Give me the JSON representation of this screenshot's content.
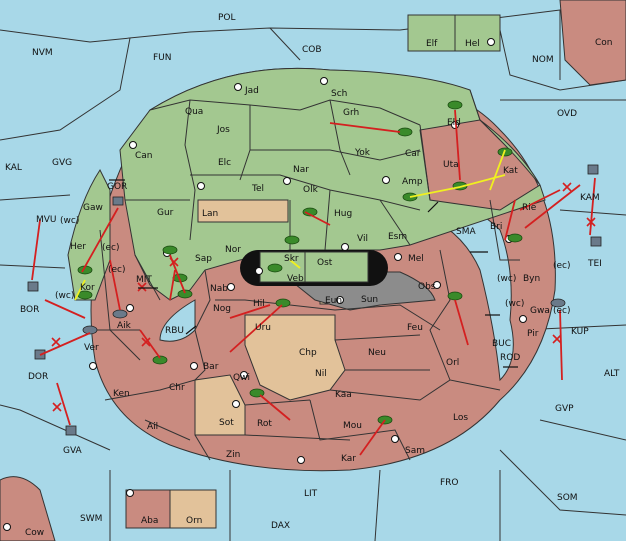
{
  "colors": {
    "sea": "#a8d8e8",
    "green_power": "#a3c890",
    "red_power": "#c98b80",
    "tan_neutral": "#e2c29a",
    "dark_gray": "#8c8c8c",
    "black": "#111111",
    "move_arrow": "#d42020",
    "support_line": "#f0f020",
    "unit_army": "#3a8a2a"
  },
  "labels": [
    {
      "id": "POL",
      "text": "POL"
    },
    {
      "id": "COB",
      "text": "COB"
    },
    {
      "id": "NVM",
      "text": "NVM"
    },
    {
      "id": "FUN",
      "text": "FUN"
    },
    {
      "id": "NOM",
      "text": "NOM"
    },
    {
      "id": "Con",
      "text": "Con"
    },
    {
      "id": "Elf",
      "text": "Elf"
    },
    {
      "id": "Hel",
      "text": "Hel"
    },
    {
      "id": "OVD",
      "text": "OVD"
    },
    {
      "id": "KAL",
      "text": "KAL"
    },
    {
      "id": "GVG",
      "text": "GVG"
    },
    {
      "id": "Jad",
      "text": "Jad"
    },
    {
      "id": "Sch",
      "text": "Sch"
    },
    {
      "id": "Qua",
      "text": "Qua"
    },
    {
      "id": "Grh",
      "text": "Grh"
    },
    {
      "id": "Jos",
      "text": "Jos"
    },
    {
      "id": "Eld",
      "text": "Eld"
    },
    {
      "id": "Can",
      "text": "Can"
    },
    {
      "id": "Car",
      "text": "Car"
    },
    {
      "id": "Yok",
      "text": "Yok"
    },
    {
      "id": "Elc",
      "text": "Elc"
    },
    {
      "id": "Nar",
      "text": "Nar"
    },
    {
      "id": "Uta",
      "text": "Uta"
    },
    {
      "id": "Kat",
      "text": "Kat"
    },
    {
      "id": "GOR",
      "text": "GOR"
    },
    {
      "id": "Tel",
      "text": "Tel"
    },
    {
      "id": "Olk",
      "text": "Olk"
    },
    {
      "id": "Amp",
      "text": "Amp"
    },
    {
      "id": "KAM",
      "text": "KAM"
    },
    {
      "id": "Gaw",
      "text": "Gaw"
    },
    {
      "id": "Gur",
      "text": "Gur"
    },
    {
      "id": "Lan",
      "text": "Lan"
    },
    {
      "id": "Hug",
      "text": "Hug"
    },
    {
      "id": "Rie",
      "text": "Rie"
    },
    {
      "id": "MVU",
      "text": "MVU"
    },
    {
      "id": "wc1",
      "text": "(wc)"
    },
    {
      "id": "ec1",
      "text": "(ec)"
    },
    {
      "id": "Her",
      "text": "Her"
    },
    {
      "id": "Nor",
      "text": "Nor"
    },
    {
      "id": "Vil",
      "text": "Vil"
    },
    {
      "id": "Esm",
      "text": "Esm"
    },
    {
      "id": "Bri",
      "text": "Bri"
    },
    {
      "id": "SMA",
      "text": "SMA"
    },
    {
      "id": "Sap",
      "text": "Sap"
    },
    {
      "id": "Skr",
      "text": "Skr"
    },
    {
      "id": "Mel",
      "text": "Mel"
    },
    {
      "id": "TEI",
      "text": "TEI"
    },
    {
      "id": "ec2",
      "text": "(ec)"
    },
    {
      "id": "Ost",
      "text": "Ost"
    },
    {
      "id": "ec3",
      "text": "(ec)"
    },
    {
      "id": "Veb",
      "text": "Veb"
    },
    {
      "id": "wc2",
      "text": "(wc)"
    },
    {
      "id": "Byn",
      "text": "Byn"
    },
    {
      "id": "Kor",
      "text": "Kor"
    },
    {
      "id": "MIT",
      "text": "MIT"
    },
    {
      "id": "BOR",
      "text": "BOR"
    },
    {
      "id": "wc3",
      "text": "(wc)"
    },
    {
      "id": "Nab",
      "text": "Nab"
    },
    {
      "id": "Obs",
      "text": "Obs"
    },
    {
      "id": "Eun",
      "text": "Eun"
    },
    {
      "id": "Sun",
      "text": "Sun"
    },
    {
      "id": "wc4",
      "text": "(wc)"
    },
    {
      "id": "Gwa",
      "text": "Gwa"
    },
    {
      "id": "Nog",
      "text": "Nog"
    },
    {
      "id": "Hil",
      "text": "Hil"
    },
    {
      "id": "ec4",
      "text": "(ec)"
    },
    {
      "id": "KUP",
      "text": "KUP"
    },
    {
      "id": "Aik",
      "text": "Aik"
    },
    {
      "id": "RBU",
      "text": "RBU"
    },
    {
      "id": "Uru",
      "text": "Uru"
    },
    {
      "id": "Feu",
      "text": "Feu"
    },
    {
      "id": "BUC",
      "text": "BUC"
    },
    {
      "id": "Pir",
      "text": "Pir"
    },
    {
      "id": "Ver",
      "text": "Ver"
    },
    {
      "id": "Chp",
      "text": "Chp"
    },
    {
      "id": "Neu",
      "text": "Neu"
    },
    {
      "id": "Orl",
      "text": "Orl"
    },
    {
      "id": "ROD",
      "text": "ROD"
    },
    {
      "id": "DOR",
      "text": "DOR"
    },
    {
      "id": "Bar",
      "text": "Bar"
    },
    {
      "id": "Nil",
      "text": "Nil"
    },
    {
      "id": "ALT",
      "text": "ALT"
    },
    {
      "id": "Qwi",
      "text": "Qwi"
    },
    {
      "id": "Ken",
      "text": "Ken"
    },
    {
      "id": "Chr",
      "text": "Chr"
    },
    {
      "id": "Kaa",
      "text": "Kaa"
    },
    {
      "id": "GVP",
      "text": "GVP"
    },
    {
      "id": "Los",
      "text": "Los"
    },
    {
      "id": "Ail",
      "text": "Ail"
    },
    {
      "id": "Sot",
      "text": "Sot"
    },
    {
      "id": "Rot",
      "text": "Rot"
    },
    {
      "id": "Mou",
      "text": "Mou"
    },
    {
      "id": "GVA",
      "text": "GVA"
    },
    {
      "id": "Sam",
      "text": "Sam"
    },
    {
      "id": "Zin",
      "text": "Zin"
    },
    {
      "id": "Kar",
      "text": "Kar"
    },
    {
      "id": "FRO",
      "text": "FRO"
    },
    {
      "id": "LIT",
      "text": "LIT"
    },
    {
      "id": "SOM",
      "text": "SOM"
    },
    {
      "id": "SWM",
      "text": "SWM"
    },
    {
      "id": "Aba",
      "text": "Aba"
    },
    {
      "id": "Orn",
      "text": "Orn"
    },
    {
      "id": "DAX",
      "text": "DAX"
    },
    {
      "id": "Cow",
      "text": "Cow"
    }
  ]
}
